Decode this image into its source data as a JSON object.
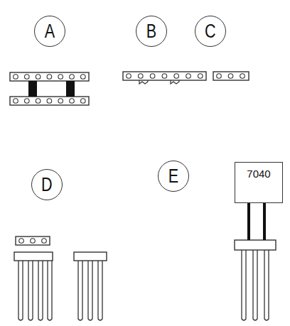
{
  "diagram": {
    "nodes": [
      {
        "text": [
          "A"
        ]
      },
      {
        "text": [
          "B"
        ]
      },
      {
        "text": [
          "C"
        ]
      },
      {
        "text": [
          "D"
        ]
      },
      {
        "text": [
          "E"
        ]
      },
      {
        "text": [
          "7040"
        ]
      }
    ]
  }
}
